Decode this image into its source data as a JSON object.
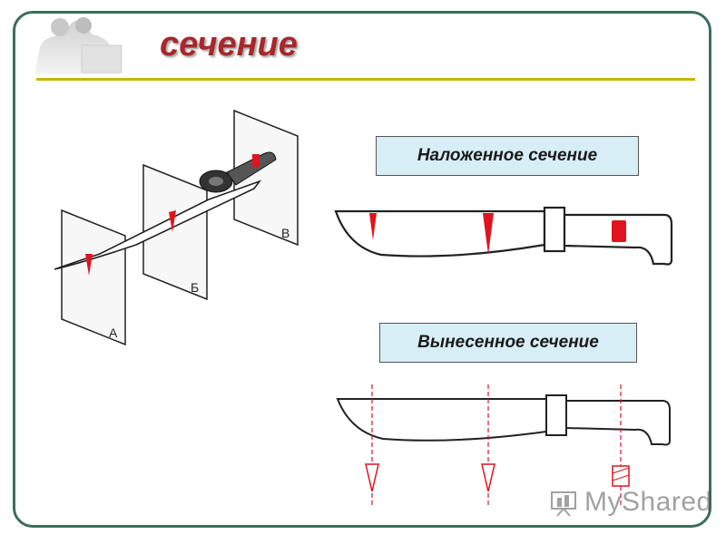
{
  "slide": {
    "title": "сечение",
    "labels": {
      "overlay_section": "Наложенное сечение",
      "removed_section": "Вынесенное сечение"
    },
    "plane_letters": [
      "А",
      "Б",
      "В"
    ],
    "watermark": "MyShared",
    "colors": {
      "frame": "#3c6e59",
      "title": "#a8272b",
      "rule": "#c8b400",
      "label_bg": "#d8eef7",
      "section_red": "#e0141e"
    },
    "icons": [
      "presenters-logo",
      "knife-planes-illustration",
      "knife-overlay-illustration",
      "knife-removed-illustration",
      "myshared-logo-icon"
    ]
  }
}
